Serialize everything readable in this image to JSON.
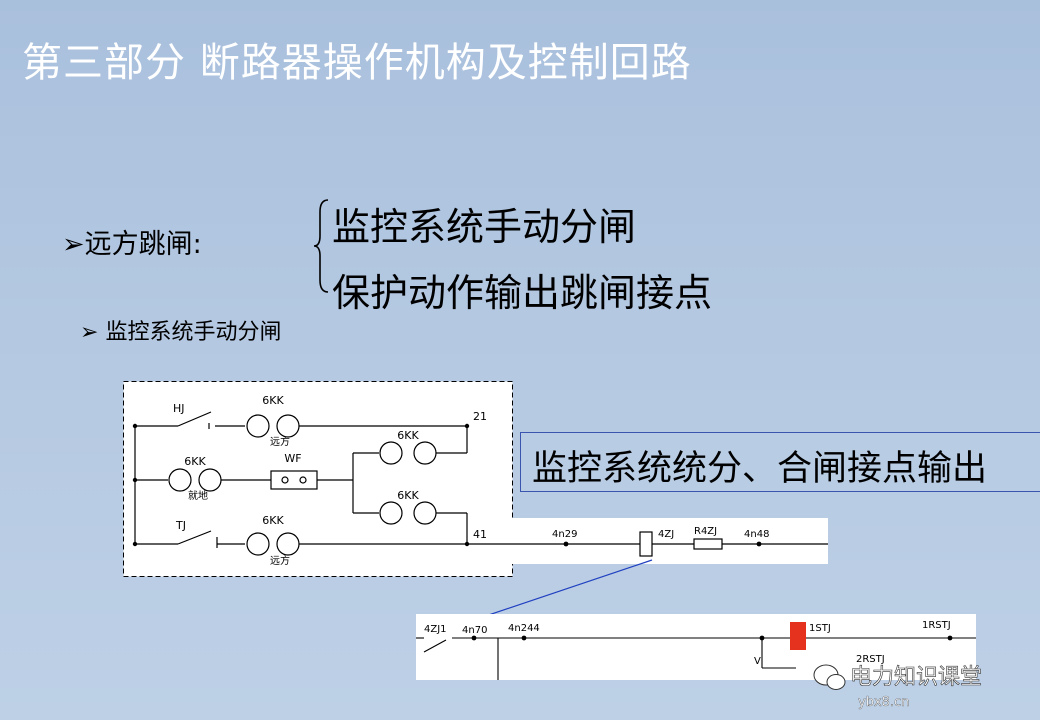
{
  "slide": {
    "title": "第三部分  断路器操作机构及控制回路",
    "bullet_main": "远方跳闸:",
    "options": [
      "监控系统手动分闸",
      "保护动作输出跳闸接点"
    ],
    "bullet_sub": "监控系统手动分闸",
    "callout": "监控系统统分、合闸接点输出"
  },
  "circuit1": {
    "hj": "HJ",
    "tj": "TJ",
    "kk_top": "6KK",
    "kk_left": "6KK",
    "kk_mid_top": "6KK",
    "kk_mid_bot": "6KK",
    "kk_bottom": "6KK",
    "yuanfang_top": "远方",
    "jiudi": "就地",
    "yuanfang_bottom": "远方",
    "wf": "WF",
    "n21": "21",
    "n41": "41"
  },
  "circuit2": {
    "n4n29": "4n29",
    "n4zj": "4ZJ",
    "r4zj": "R4ZJ",
    "n4n48": "4n48"
  },
  "circuit3": {
    "n4zj1": "4ZJ1",
    "n4n70": "4n70",
    "n4n244": "4n244",
    "n1stj": "1STJ",
    "n1rstj": "1RSTJ",
    "n2rstj": "2RSTJ",
    "nv": "V"
  },
  "watermark": {
    "name": "电力知识课堂",
    "url": "ybx8.cn"
  },
  "colors": {
    "accent_red": "#e5321e",
    "arrow_blue": "#2040c0",
    "callout_border": "#3a55b0"
  }
}
